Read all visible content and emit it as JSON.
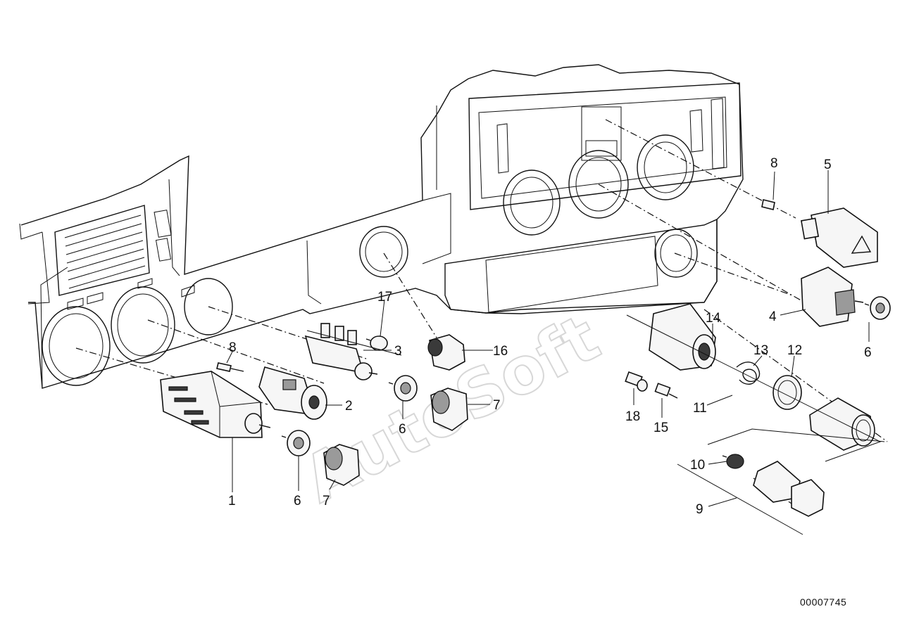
{
  "diagram": {
    "callouts": [
      {
        "id": "c1",
        "text": "1"
      },
      {
        "id": "c2",
        "text": "2"
      },
      {
        "id": "c3",
        "text": "3"
      },
      {
        "id": "c4",
        "text": "4"
      },
      {
        "id": "c5",
        "text": "5"
      },
      {
        "id": "c6a",
        "text": "6"
      },
      {
        "id": "c6b",
        "text": "6"
      },
      {
        "id": "c6c",
        "text": "6"
      },
      {
        "id": "c7a",
        "text": "7"
      },
      {
        "id": "c7b",
        "text": "7"
      },
      {
        "id": "c8a",
        "text": "8"
      },
      {
        "id": "c8b",
        "text": "8"
      },
      {
        "id": "c9",
        "text": "9"
      },
      {
        "id": "c10",
        "text": "10"
      },
      {
        "id": "c11",
        "text": "11"
      },
      {
        "id": "c12",
        "text": "12"
      },
      {
        "id": "c13",
        "text": "13"
      },
      {
        "id": "c14",
        "text": "14"
      },
      {
        "id": "c15",
        "text": "15"
      },
      {
        "id": "c16",
        "text": "16"
      },
      {
        "id": "c17",
        "text": "17"
      },
      {
        "id": "c18",
        "text": "18"
      }
    ],
    "doc_number": "00007745",
    "watermark": "AutoSoft"
  }
}
